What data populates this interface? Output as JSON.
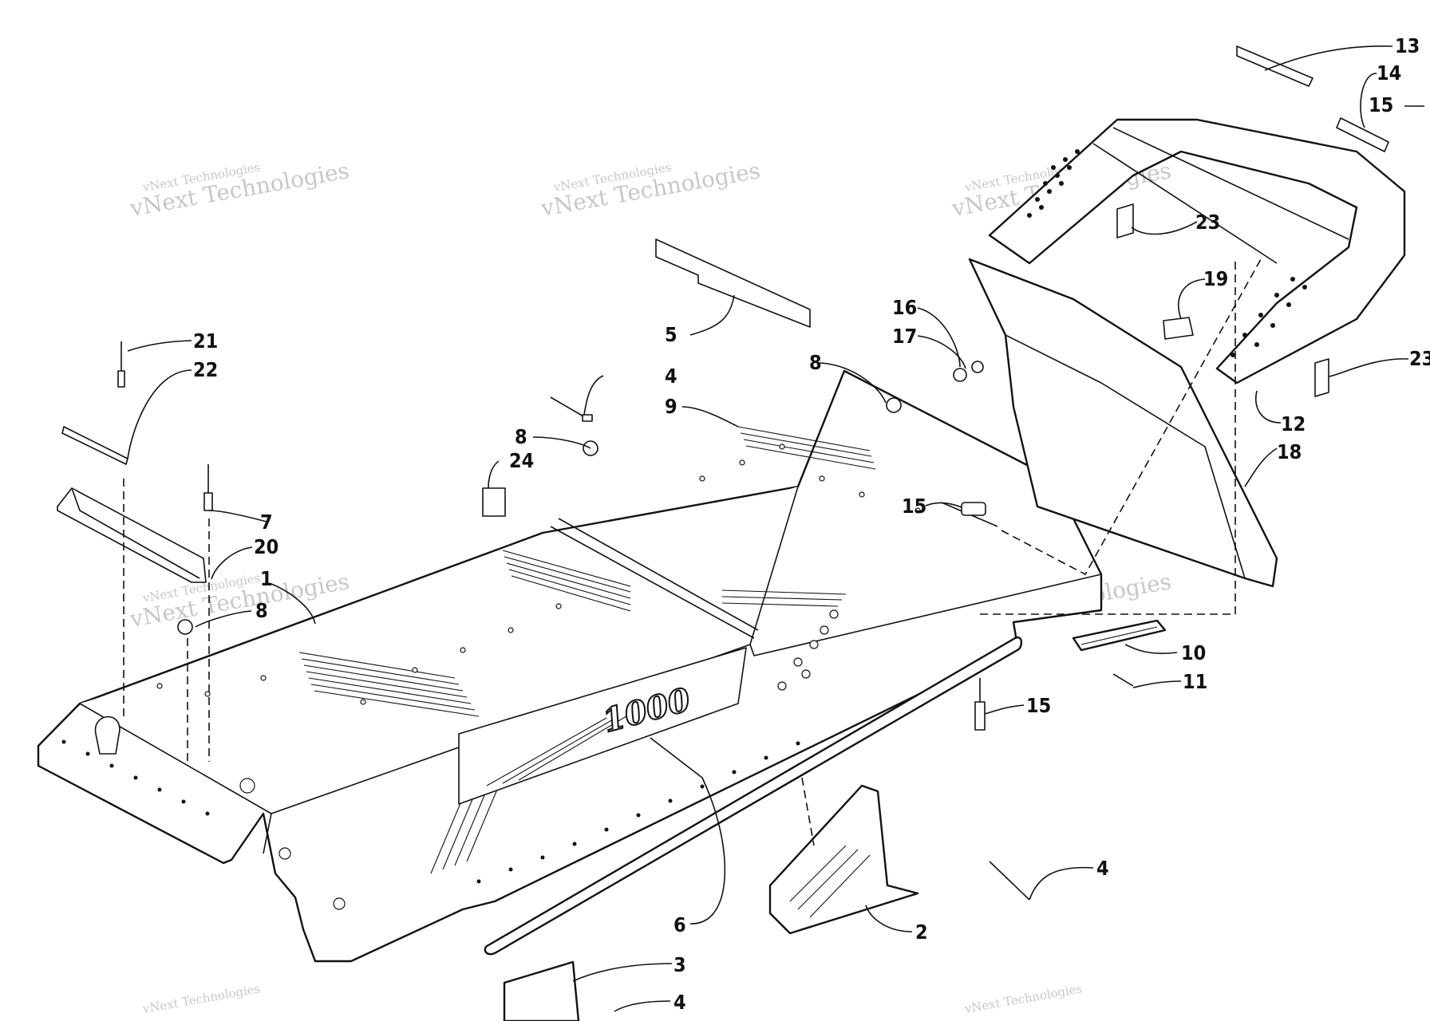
{
  "diagram": {
    "emblem_text": "1000",
    "watermark": {
      "line_small": "vNext Technologies",
      "line_big": "vNext Technologies"
    },
    "callouts": [
      {
        "id": "c-13",
        "label": "13"
      },
      {
        "id": "c-14",
        "label": "14"
      },
      {
        "id": "c-15a",
        "label": "15"
      },
      {
        "id": "c-23a",
        "label": "23"
      },
      {
        "id": "c-19",
        "label": "19"
      },
      {
        "id": "c-16",
        "label": "16"
      },
      {
        "id": "c-17",
        "label": "17"
      },
      {
        "id": "c-23b",
        "label": "23"
      },
      {
        "id": "c-12",
        "label": "12"
      },
      {
        "id": "c-18",
        "label": "18"
      },
      {
        "id": "c-5",
        "label": "5"
      },
      {
        "id": "c-8a",
        "label": "8"
      },
      {
        "id": "c-4a",
        "label": "4"
      },
      {
        "id": "c-9",
        "label": "9"
      },
      {
        "id": "c-8b",
        "label": "8"
      },
      {
        "id": "c-24",
        "label": "24"
      },
      {
        "id": "c-15b",
        "label": "15"
      },
      {
        "id": "c-21",
        "label": "21"
      },
      {
        "id": "c-22",
        "label": "22"
      },
      {
        "id": "c-7",
        "label": "7"
      },
      {
        "id": "c-20",
        "label": "20"
      },
      {
        "id": "c-1",
        "label": "1"
      },
      {
        "id": "c-8c",
        "label": "8"
      },
      {
        "id": "c-10",
        "label": "10"
      },
      {
        "id": "c-11",
        "label": "11"
      },
      {
        "id": "c-15c",
        "label": "15"
      },
      {
        "id": "c-6",
        "label": "6"
      },
      {
        "id": "c-4b",
        "label": "4"
      },
      {
        "id": "c-2",
        "label": "2"
      },
      {
        "id": "c-3",
        "label": "3"
      },
      {
        "id": "c-4c",
        "label": "4"
      }
    ]
  }
}
